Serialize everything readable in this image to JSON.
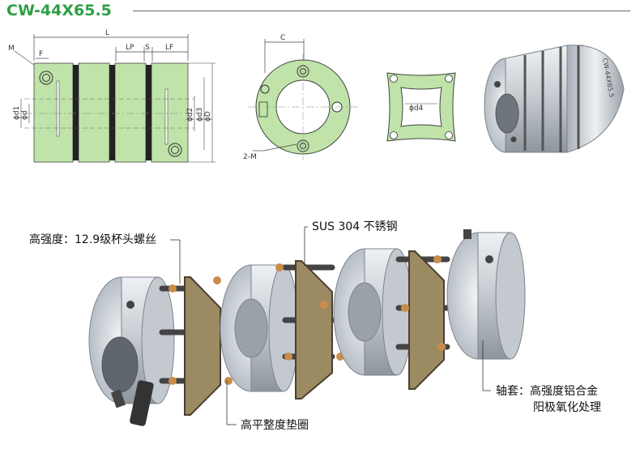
{
  "title": "CW-44X65.5",
  "front_view_labels": {
    "L": "L",
    "M": "M",
    "F": "F",
    "LP": "LP",
    "S": "S",
    "LF": "LF",
    "d1": "ϕd1",
    "d": "ϕd",
    "d2": "ϕd2",
    "d3": "ϕd3",
    "D": "ϕD"
  },
  "end_view_labels": {
    "C": "C",
    "two_m": "2-M"
  },
  "spring_label": "ϕd4",
  "product_marking": "CW-44X65.5",
  "callouts": {
    "screw": "高强度：12.9级杯头螺丝",
    "spring": "SUS 304 不锈钢",
    "washer": "高平整度垫圈",
    "hub_line1": "轴套：高强度铝合金",
    "hub_line2": "阳极氧化处理"
  },
  "colors": {
    "green": "#bfe3a8",
    "title_green": "#2f9f45",
    "steel": "#c8cdd3"
  }
}
